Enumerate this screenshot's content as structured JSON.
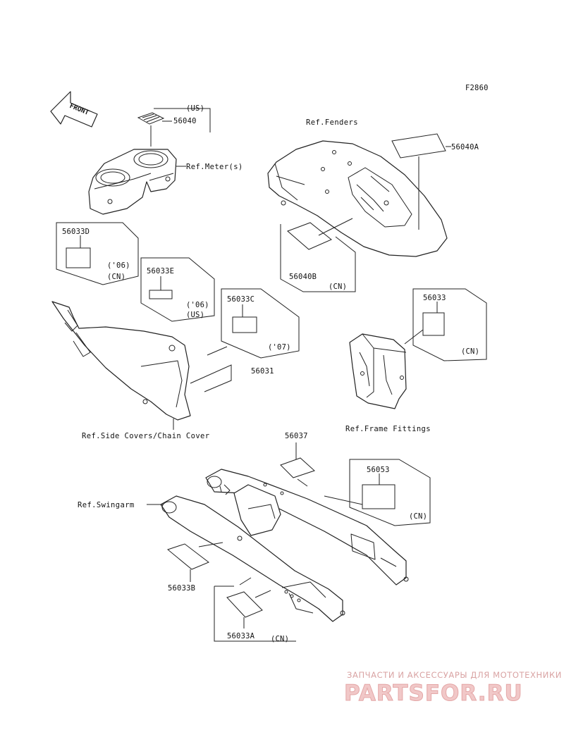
{
  "figure_code": "F2860",
  "front_arrow_label": "FRONT",
  "references": {
    "fenders": "Ref.Fenders",
    "meters": "Ref.Meter(s)",
    "side_covers": "Ref.Side Covers/Chain Cover",
    "frame_fittings": "Ref.Frame Fittings",
    "swingarm": "Ref.Swingarm"
  },
  "parts": {
    "p56040": "56040",
    "p56040_market": "(US)",
    "p56040A": "56040A",
    "p56040B": "56040B",
    "p56040B_market": "(CN)",
    "p56033D": "56033D",
    "p56033D_year": "('06)",
    "p56033D_market": "(CN)",
    "p56033E": "56033E",
    "p56033E_year": "('06)",
    "p56033E_market": "(US)",
    "p56033C": "56033C",
    "p56033C_year": "('07)",
    "p56031": "56031",
    "p56033": "56033",
    "p56033_market": "(CN)",
    "p56037": "56037",
    "p56053": "56053",
    "p56053_market": "(CN)",
    "p56033B": "56033B",
    "p56033A": "56033A",
    "p56033A_market": "(CN)"
  },
  "watermark": {
    "tagline": "ЗАПЧАСТИ И АКСЕССУАРЫ ДЛЯ МОТОТЕХНИКИ",
    "brand": "PARTSFOR.RU"
  }
}
